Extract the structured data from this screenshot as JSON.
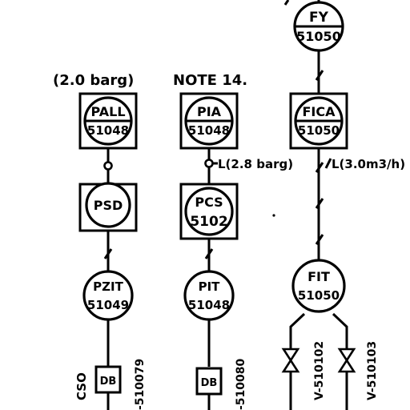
{
  "notes": {
    "left_pressure": "(2.0 barg)",
    "note14": "NOTE 14."
  },
  "instruments": {
    "fy": {
      "tag": "FY",
      "number": "51050"
    },
    "pall": {
      "tag": "PALL",
      "number": "51048"
    },
    "pia": {
      "tag": "PIA",
      "number": "51048"
    },
    "fica": {
      "tag": "FICA",
      "number": "51050"
    },
    "psd": {
      "tag": "PSD"
    },
    "pcs": {
      "tag": "PCS",
      "number": "5102"
    },
    "pzit": {
      "tag": "PZIT",
      "number": "51049"
    },
    "pit": {
      "tag": "PIT",
      "number": "51048"
    },
    "fit": {
      "tag": "FIT",
      "number": "51050"
    }
  },
  "signal_labels": {
    "pia_low": "L(2.8 barg)",
    "fica_low": "L(3.0m3/h)"
  },
  "junction_boxes": {
    "left": {
      "label": "DB",
      "tag": "-510079",
      "side_text": "CSO"
    },
    "middle": {
      "label": "DB",
      "tag": "-510080"
    }
  },
  "valves": {
    "v1": {
      "tag": "V-510102"
    },
    "v2": {
      "tag": "V-510103"
    }
  }
}
